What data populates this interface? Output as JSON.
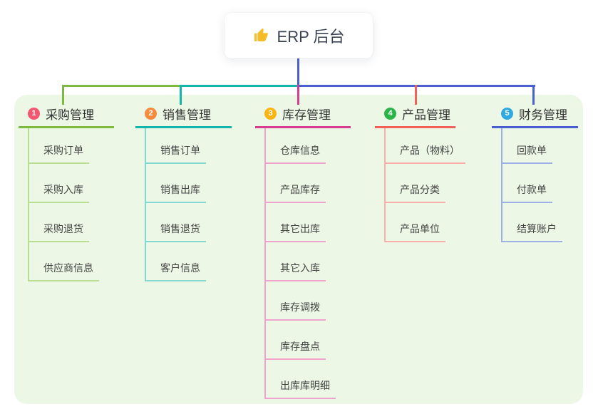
{
  "root": {
    "title": "ERP 后台",
    "icon": "thumbs-up-icon",
    "icon_color": "#f4bd27"
  },
  "colors": {
    "page_background": "#ffffff",
    "panel_background": "#ecf7e6",
    "root_text": "#3c4454",
    "header_text": "#333333",
    "child_text": "#454545"
  },
  "connector": {
    "stem_color": "#4a5fd0",
    "segment_colors": [
      "#7cbb40",
      "#14b5ad",
      "#4a5fd0"
    ]
  },
  "branches": [
    {
      "number": "1",
      "label": "采购管理",
      "badge_color": "#f4566d",
      "line_color": "#7cbb40",
      "child_line_color": "#b9dd92",
      "children": [
        "采购订单",
        "采购入库",
        "采购退货",
        "供应商信息"
      ]
    },
    {
      "number": "2",
      "label": "销售管理",
      "badge_color": "#f68a3e",
      "line_color": "#14b5ad",
      "child_line_color": "#85d8d1",
      "children": [
        "销售订单",
        "销售出库",
        "销售退货",
        "客户信息"
      ]
    },
    {
      "number": "3",
      "label": "库存管理",
      "badge_color": "#fbb512",
      "line_color": "#d63d92",
      "child_line_color": "#efa4ce",
      "children": [
        "仓库信息",
        "产品库存",
        "其它出库",
        "其它入库",
        "库存调拨",
        "库存盘点",
        "出库库明细"
      ]
    },
    {
      "number": "4",
      "label": "产品管理",
      "badge_color": "#2cb44b",
      "line_color": "#f2605a",
      "child_line_color": "#f9b0ab",
      "children": [
        "产品（物料）",
        "产品分类",
        "产品单位"
      ]
    },
    {
      "number": "5",
      "label": "财务管理",
      "badge_color": "#2ea9e1",
      "line_color": "#4a5fd0",
      "child_line_color": "#9fb0e6",
      "children": [
        "回款单",
        "付款单",
        "结算账户"
      ]
    }
  ]
}
